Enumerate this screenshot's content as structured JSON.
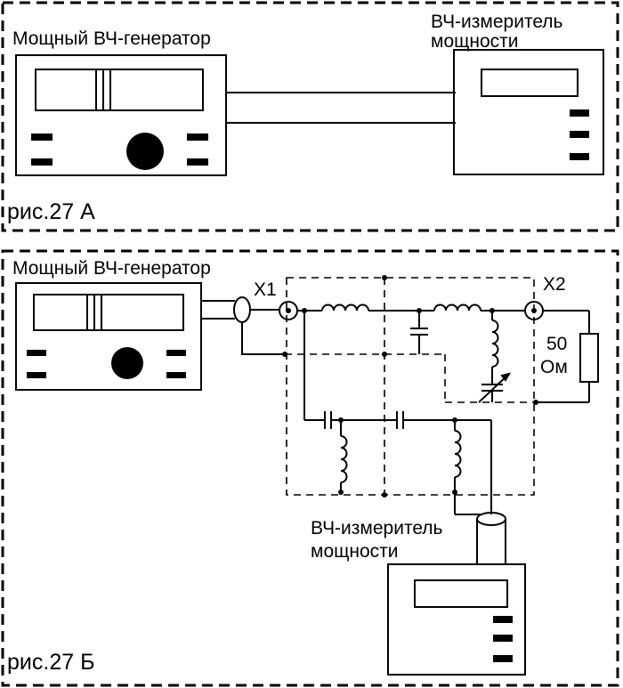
{
  "panel_a": {
    "generator_label": "Мощный ВЧ-генератор",
    "meter_label_line1": "ВЧ-измеритель",
    "meter_label_line2": "мощности",
    "caption": "рис.27 А"
  },
  "panel_b": {
    "generator_label": "Мощный ВЧ-генератор",
    "connector_x1": "X1",
    "connector_x2": "X2",
    "load_value": "50",
    "load_unit": "Ом",
    "meter_label_line1": "ВЧ-измеритель",
    "meter_label_line2": "мощности",
    "caption": "рис.27 Б"
  }
}
